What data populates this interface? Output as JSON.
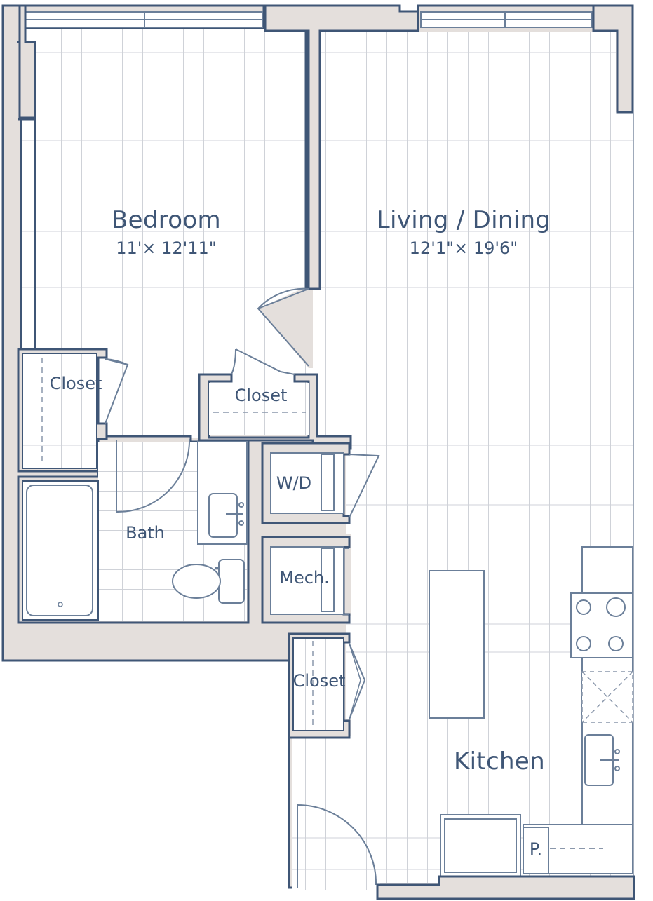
{
  "colors": {
    "wall_fill": "#e4dfdc",
    "wall_stroke": "#3f5676",
    "floor_line": "#c9ccd3",
    "fixture_line": "#5a6f8c",
    "text": "#3f5676"
  },
  "rooms": {
    "bedroom": {
      "name": "Bedroom",
      "dims": "11'× 12'11\""
    },
    "living_dining": {
      "name": "Living / Dining",
      "dims": "12'1\"× 19'6\""
    },
    "kitchen": {
      "name": "Kitchen"
    },
    "bath": {
      "name": "Bath"
    }
  },
  "labels": {
    "bedroom_closet": "Closet",
    "hall_closet": "Closet",
    "entry_closet": "Closet",
    "washer_dryer": "W/D",
    "mechanical": "Mech.",
    "pantry": "P."
  },
  "icons": [
    "window-icon",
    "door-swing-icon",
    "bathtub-icon",
    "toilet-icon",
    "sink-icon",
    "cooktop-icon",
    "dishwasher-icon",
    "refrigerator-icon"
  ]
}
